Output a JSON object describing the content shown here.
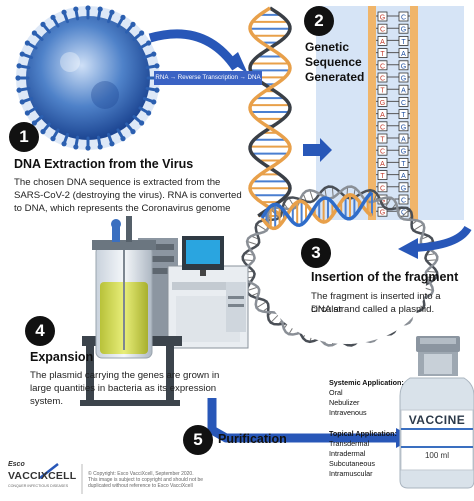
{
  "banner": "RNA → Reverse Transcription → DNA",
  "steps": [
    {
      "number": "1",
      "title": "DNA Extraction from the Virus",
      "lines": [
        "The chosen DNA sequence is extracted from the",
        "SARS-CoV-2 (destroying the virus). RNA is converted",
        "to DNA, which represents the Coronavirus genome"
      ]
    },
    {
      "number": "2",
      "title_lines": [
        "Genetic",
        "Sequence",
        "Generated"
      ]
    },
    {
      "number": "3",
      "title": "Insertion of the fragment",
      "lines": [
        "The fragment is inserted into a circular",
        "DNA strand called a plasmid."
      ]
    },
    {
      "number": "4",
      "title": "Expansion",
      "lines": [
        "The plasmid carrying the genes are grown in",
        "large quantities in bacteria as its expression",
        "system."
      ]
    },
    {
      "number": "5",
      "title": "Purification"
    }
  ],
  "systemic": {
    "heading": "Systemic Application:",
    "items": [
      "Oral",
      "Nebulizer",
      "Intravenous"
    ]
  },
  "topical": {
    "heading": "Topical Application:",
    "items": [
      "Transdermal",
      "Intradermal",
      "Subcutaneous",
      "Intramuscular"
    ]
  },
  "vial": {
    "label": "VACCINE",
    "volume": "100 ml"
  },
  "sequence": [
    "G",
    "C",
    "A",
    "T",
    "C",
    "C",
    "T",
    "G",
    "A",
    "C",
    "T",
    "C",
    "A",
    "T",
    "C",
    "G",
    "G"
  ],
  "sequence_pairs": [
    "C",
    "G",
    "T",
    "A",
    "G",
    "G",
    "A",
    "C",
    "T",
    "G",
    "A",
    "G",
    "T",
    "A",
    "G",
    "C",
    "C"
  ],
  "logo": {
    "brand": "Esco",
    "name": "VACCIXCELL",
    "tagline": "CONQUER INFECTIOUS DISEASES"
  },
  "copyright": [
    "© Copyright: Esco VacciXcell, September 2020.",
    "This image is subject to copyright and should not be",
    "duplicated without reference to Esco VacciXcell"
  ],
  "colors": {
    "virus": "#2b5fb0",
    "arrow": "#2857b8",
    "dna_orange": "#e8a04a",
    "dna_blue": "#4a7fd0",
    "badge": "#111111"
  }
}
